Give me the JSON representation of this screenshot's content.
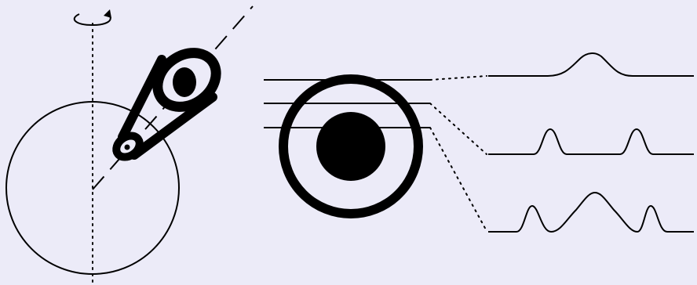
{
  "diagram": {
    "colors": {
      "background": "#ecebf8",
      "ink": "#000000"
    },
    "icons": {
      "rotation": "rotation-arrow-icon"
    },
    "components": [
      "rotating-star-sphere",
      "rotation-axis",
      "line-of-sight",
      "telescope",
      "stellar-disk-with-spot",
      "chord-lines",
      "line-profile-top",
      "line-profile-middle",
      "line-profile-bottom"
    ]
  }
}
